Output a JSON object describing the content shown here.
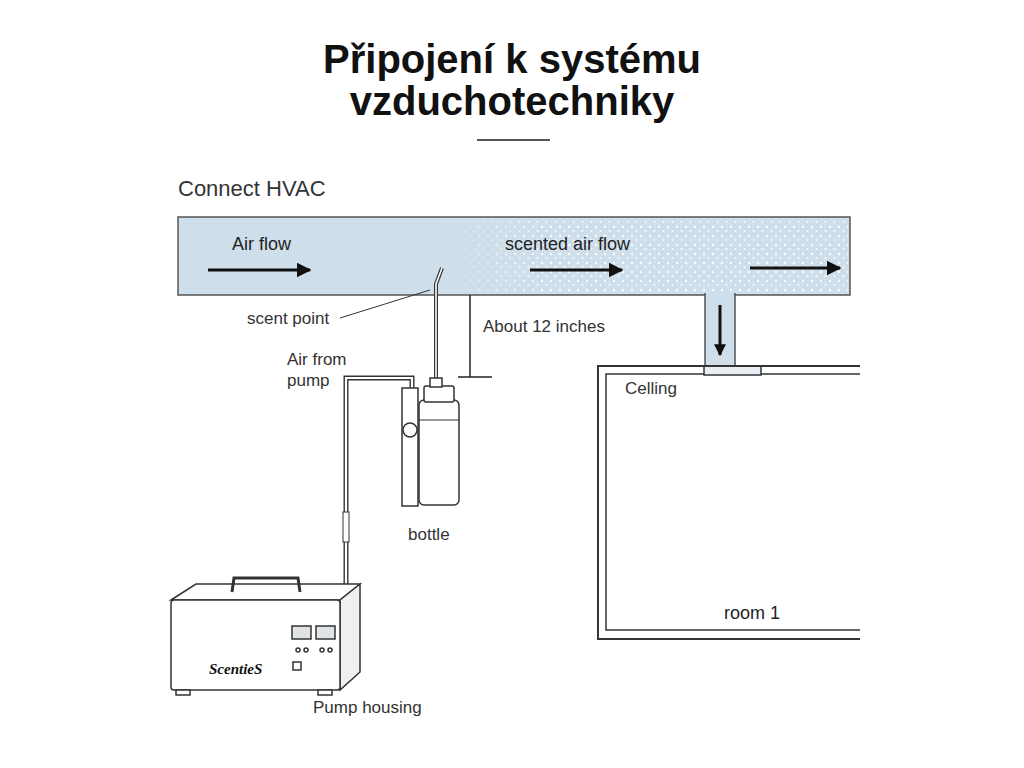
{
  "diagram": {
    "title": "Připojení k systému vzduchotechniky",
    "nodes": [
      {
        "text": [
          "Air flow",
          "scented air flow"
        ]
      },
      {
        "text": [
          "room 1"
        ]
      }
    ],
    "edges": [
      {
        "from": 0,
        "to": 1,
        "arrow": "to"
      }
    ],
    "labels": [
      "Connect HVAC",
      "scent point",
      "About 12 inches",
      "Air from pump",
      "Celling",
      "bottle",
      "ScentieS",
      "Pump housing"
    ]
  }
}
